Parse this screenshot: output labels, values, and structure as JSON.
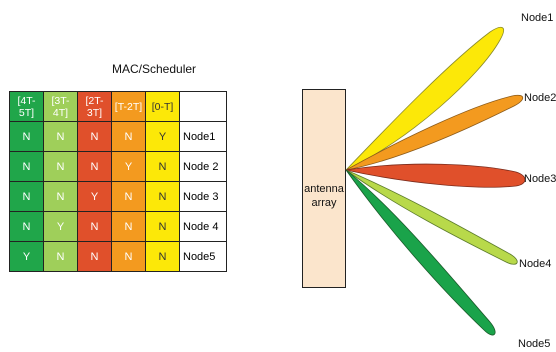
{
  "scheduler": {
    "title": "MAC/Scheduler",
    "slots": [
      "[4T-5T]",
      "[3T-4T]",
      "[2T-3T]",
      "[T-2T]",
      "[0-T]"
    ],
    "rows": [
      {
        "node": "Node1",
        "values": [
          "N",
          "N",
          "N",
          "N",
          "Y"
        ]
      },
      {
        "node": "Node 2",
        "values": [
          "N",
          "N",
          "N",
          "Y",
          "N"
        ]
      },
      {
        "node": "Node 3",
        "values": [
          "N",
          "N",
          "Y",
          "N",
          "N"
        ]
      },
      {
        "node": "Node 4",
        "values": [
          "N",
          "Y",
          "N",
          "N",
          "N"
        ]
      },
      {
        "node": "Node5",
        "values": [
          "Y",
          "N",
          "N",
          "N",
          "N"
        ]
      }
    ]
  },
  "antenna": {
    "line1": "antenna",
    "line2": "array"
  },
  "beams": {
    "labels": [
      "Node1",
      "Node2",
      "Node3",
      "Node4",
      "Node5"
    ],
    "colors": [
      "#fce808",
      "#f39a1f",
      "#e0502b",
      "#b8d94a",
      "#1aa34a"
    ]
  },
  "colors": {
    "slot_colors": [
      "#20a64a",
      "#9fcf5a",
      "#e0502b",
      "#f39a1f",
      "#fce808"
    ],
    "antenna_fill": "#fbe5cc"
  }
}
